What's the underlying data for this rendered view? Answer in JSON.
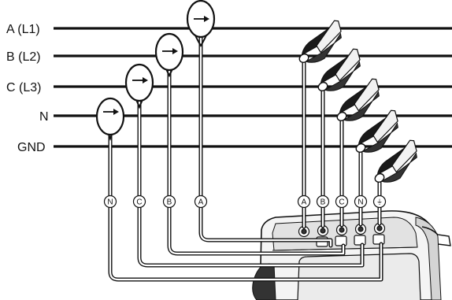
{
  "bus_lines": [
    {
      "id": "l1",
      "label": "A (L1)"
    },
    {
      "id": "l2",
      "label": "B (L2)"
    },
    {
      "id": "l3",
      "label": "C (L3)"
    },
    {
      "id": "n",
      "label": "N"
    },
    {
      "id": "gnd",
      "label": "GND"
    }
  ],
  "probe_tags": {
    "n": "N",
    "c": "C",
    "b": "B",
    "a": "A"
  },
  "clip_tags": {
    "a": "A",
    "b": "B",
    "c": "C",
    "n": "N",
    "gnd": "⏚"
  },
  "colors": {
    "line": "#111111",
    "clip_dark": "#1a1a1a",
    "clip_light": "#f2f2f2",
    "meter_body": "#f4f4f4",
    "meter_shade": "#d9d9d9"
  }
}
